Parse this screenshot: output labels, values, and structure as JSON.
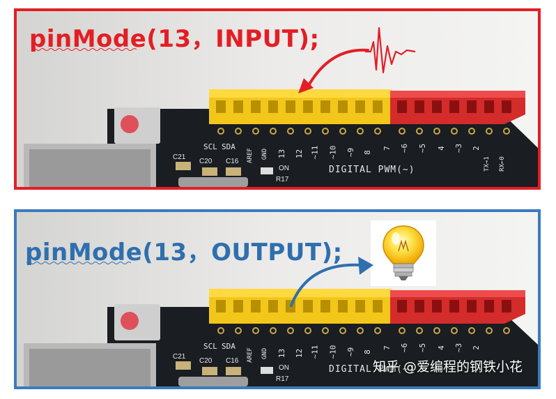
{
  "top_panel": {
    "code": "pinMode(13，INPUT);",
    "frame_color": "#e31e24",
    "icons": [
      "signal-wave-icon",
      "arrow-icon"
    ]
  },
  "bottom_panel": {
    "code": "pinMode(13，OUTPUT);",
    "frame_color": "#3b7bbd",
    "icons": [
      "light-bulb-icon",
      "arrow-icon"
    ]
  },
  "board": {
    "silkscreen_left": [
      "SCL",
      "SDA",
      "AREF",
      "GND",
      "13",
      "12",
      "~11",
      "~10",
      "~9",
      "8"
    ],
    "silkscreen_right": [
      "7",
      "~6",
      "~5",
      "4",
      "~3",
      "2",
      "TX→1",
      "RX←0"
    ],
    "components": [
      "C21",
      "C20",
      "C16",
      "ON",
      "R17"
    ],
    "digital_label": "DIGITAL PWM(~)"
  },
  "watermark": "知乎 @爱编程的钢铁小花"
}
